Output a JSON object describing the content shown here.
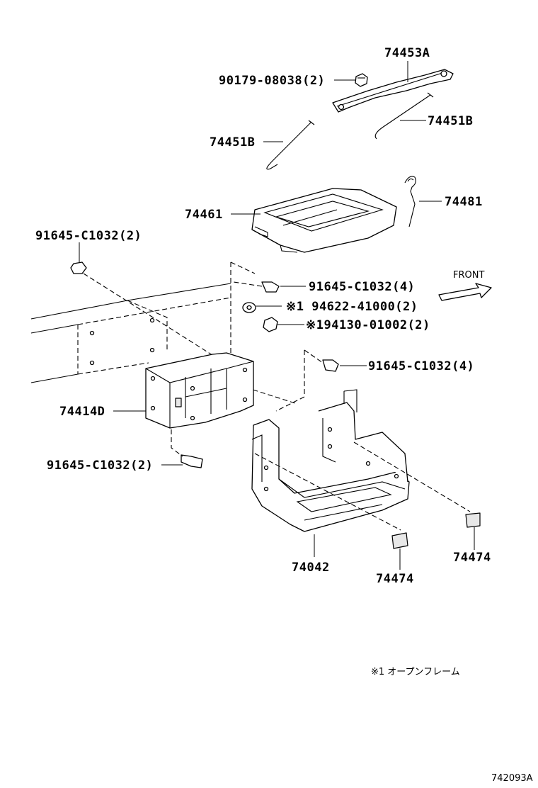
{
  "labels": {
    "clamp_top": "74453A",
    "nut_top": "90179-08038(2)",
    "rod_right": "74451B",
    "rod_left": "74451B",
    "cover": "74461",
    "hook": "74481",
    "bolt_upper_left": "91645-C1032(2)",
    "bolt_mid_right": "91645-C1032(4)",
    "washer": "※1 94622-41000(2)",
    "nut_mid": "※194130-01002(2)",
    "bolt_lower_right": "91645-C1032(4)",
    "bracket": "74414D",
    "bolt_lower_left": "91645-C1032(2)",
    "tray": "74042",
    "pad_center": "74474",
    "pad_right": "74474"
  },
  "front_label": "FRONT",
  "footnote": "※1 オープンフレーム",
  "figure_id": "742093A"
}
